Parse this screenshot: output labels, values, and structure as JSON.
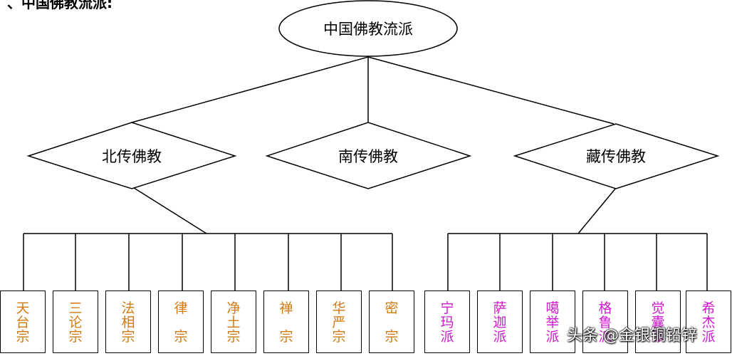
{
  "heading": "、中国佛教流派:",
  "root": {
    "label": "中国佛教流派"
  },
  "branches": [
    {
      "label": "北传佛教"
    },
    {
      "label": "南传佛教"
    },
    {
      "label": "藏传佛教"
    }
  ],
  "north_schools": [
    "天\n台\n宗",
    "三\n论\n宗",
    "法\n相\n宗",
    "律\n\n宗",
    "净\n土\n宗",
    "禅\n\n宗",
    "华\n严\n宗",
    "密\n\n宗"
  ],
  "tibetan_schools": [
    "宁\n玛\n派",
    "萨\n迦\n派",
    "噶\n举\n派",
    "格\n鲁\n派",
    "觉\n囊\n派",
    "希\n杰\n派"
  ],
  "colors": {
    "north": "#d27a12",
    "tibet": "#cc1acc",
    "line": "#000000"
  },
  "watermark": "头条 @金银铜铅锌"
}
